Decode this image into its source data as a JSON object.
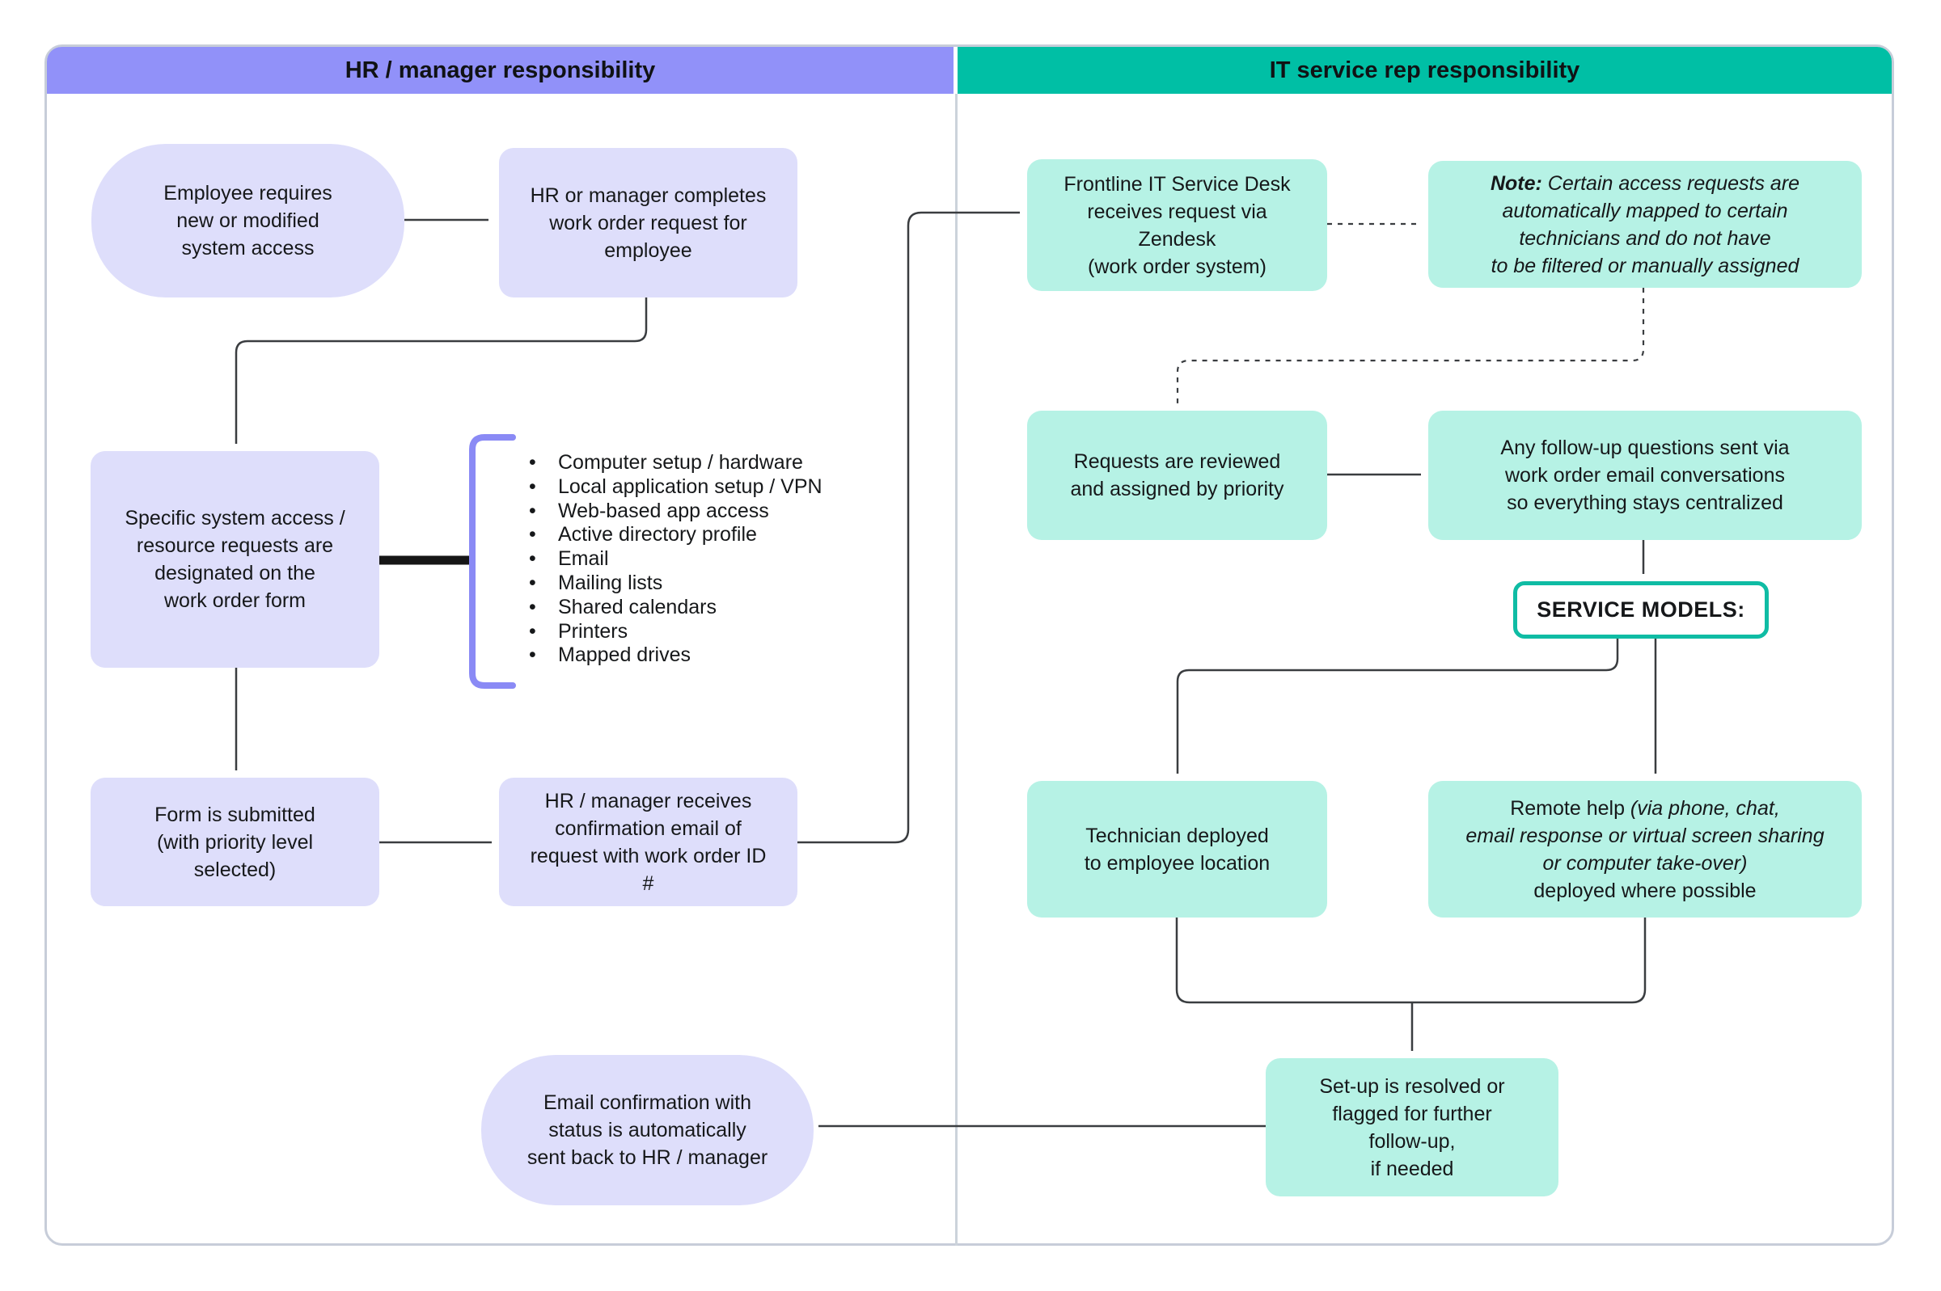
{
  "lanes": {
    "left": {
      "title": "HR / manager responsibility",
      "color": "#9191f9"
    },
    "right": {
      "title": "IT service rep responsibility",
      "color": "#00bfa5"
    }
  },
  "nodes": {
    "employee_requires": {
      "text": "Employee requires\nnew or modified\nsystem access"
    },
    "hr_completes": {
      "text": "HR or manager completes\nwork order request for\nemployee"
    },
    "specific_access": {
      "text": "Specific system access /\nresource requests are\ndesignated on the\nwork order form"
    },
    "form_submitted": {
      "text": "Form is submitted\n(with priority level\nselected)"
    },
    "hr_receives": {
      "text": "HR / manager receives\nconfirmation email of\nrequest with work order ID\n#"
    },
    "email_confirmation": {
      "text": "Email confirmation with\nstatus is automatically\nsent back to HR / manager"
    },
    "frontline_desk": {
      "text": "Frontline IT Service Desk\nreceives request via\nZendesk\n(work order system)"
    },
    "note": {
      "bold": "Note:",
      "rest": " Certain access requests are\nautomatically mapped to certain\ntechnicians and do not have\nto be filtered or manually assigned"
    },
    "requests_reviewed": {
      "text": "Requests are reviewed\nand assigned by priority"
    },
    "followup_questions": {
      "text": "Any follow-up questions sent via\nwork order email conversations\nso everything stays centralized"
    },
    "service_models": {
      "text": "SERVICE MODELS:"
    },
    "technician_deployed": {
      "text": "Technician deployed\nto employee location"
    },
    "remote_help": {
      "pre": "Remote help ",
      "italic": "(via phone, chat,\nemail response or virtual screen sharing\nor computer take-over)",
      "post": "\ndeployed where possible"
    },
    "setup_resolved": {
      "text": "Set-up is resolved or\nflagged for further\nfollow-up,\nif needed"
    }
  },
  "access_list": {
    "items": [
      "Computer setup / hardware",
      "Local application setup / VPN",
      "Web-based app access",
      "Active directory profile",
      "Email",
      "Mailing lists",
      "Shared calendars",
      "Printers",
      "Mapped drives"
    ]
  },
  "colors": {
    "lavender_node": "#dedefb",
    "mint_node": "#b6f2e5",
    "purple_header": "#9191f9",
    "teal_header": "#00bfa5",
    "badge_border": "#0fbca4",
    "bracket": "#8a8af5",
    "arrow": "#3a3d40",
    "frame_border": "#c7cdd9"
  }
}
